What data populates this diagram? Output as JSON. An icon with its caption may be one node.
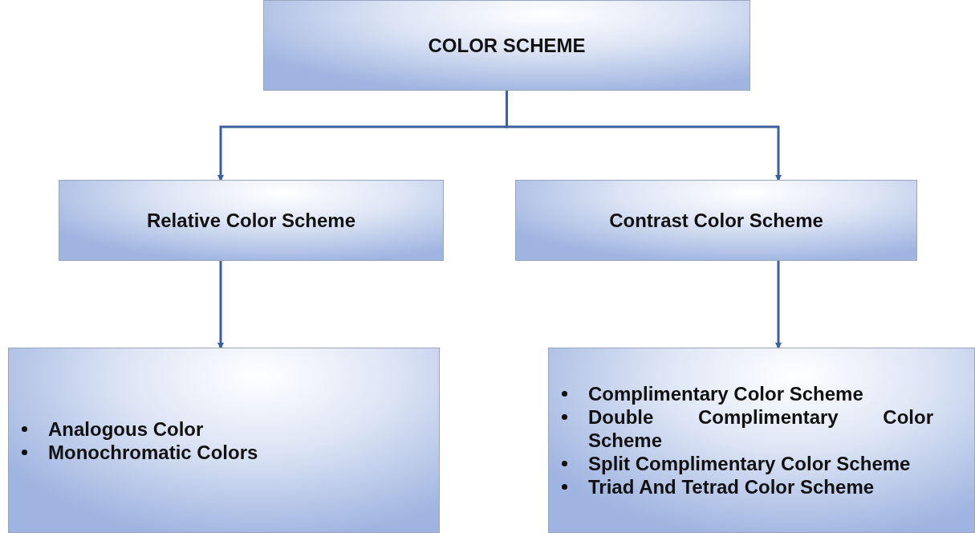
{
  "diagram": {
    "nodes": [
      {
        "text": [
          "COLOR SCHEME"
        ]
      },
      {
        "text": [
          "Relative Color Scheme"
        ]
      },
      {
        "text": [
          "Contrast Color Scheme"
        ]
      },
      {
        "text": [
          "Analogous Color",
          "Monochromatic Colors"
        ]
      },
      {
        "text": [
          "Complimentary Color Scheme",
          "Double Complimentary Color Scheme",
          "Split Complimentary Color Scheme",
          "Triad And Tetrad Color Scheme"
        ]
      }
    ],
    "edges": [
      {
        "from": 0,
        "to": 1,
        "arrow": "to"
      },
      {
        "from": 0,
        "to": 2,
        "arrow": "to"
      },
      {
        "from": 1,
        "to": 3,
        "arrow": "to"
      },
      {
        "from": 2,
        "to": 4,
        "arrow": "to"
      }
    ]
  }
}
